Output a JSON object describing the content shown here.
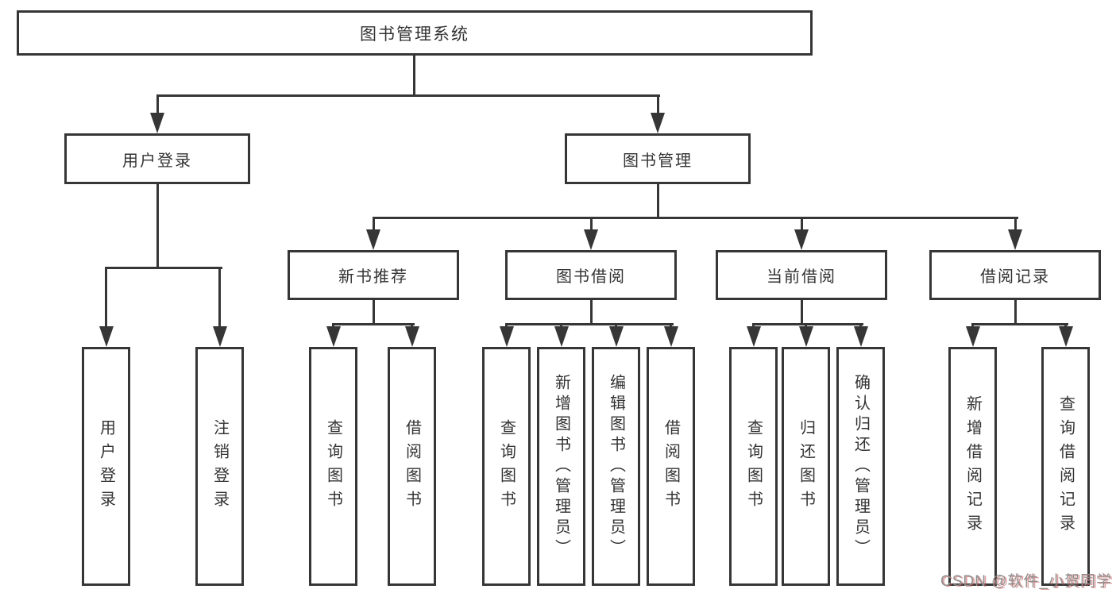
{
  "tree": {
    "root": {
      "label": "图书管理系统",
      "children": [
        {
          "label": "用户登录",
          "children": [
            {
              "label": "用户登录"
            },
            {
              "label": "注销登录"
            }
          ]
        },
        {
          "label": "图书管理",
          "children": [
            {
              "label": "新书推荐",
              "children": [
                {
                  "label": "查询图书"
                },
                {
                  "label": "借阅图书"
                }
              ]
            },
            {
              "label": "图书借阅",
              "children": [
                {
                  "label": "查询图书"
                },
                {
                  "label": "新增图书（管理员）"
                },
                {
                  "label": "编辑图书（管理员）"
                },
                {
                  "label": "借阅图书"
                }
              ]
            },
            {
              "label": "当前借阅",
              "children": [
                {
                  "label": "查询图书"
                },
                {
                  "label": "归还图书"
                },
                {
                  "label": "确认归还（管理员）"
                }
              ]
            },
            {
              "label": "借阅记录",
              "children": [
                {
                  "label": "新增借阅记录"
                },
                {
                  "label": "查询借阅记录"
                }
              ]
            }
          ]
        }
      ]
    }
  },
  "watermark": {
    "text": "CSDN @软件_小贺同学"
  },
  "colors": {
    "line": "#363636",
    "box_border": "#363636",
    "box_background": "#ffffff",
    "text": "#333333",
    "watermark_gray": "#8f8f8f",
    "watermark_red": "#c94f4f"
  }
}
